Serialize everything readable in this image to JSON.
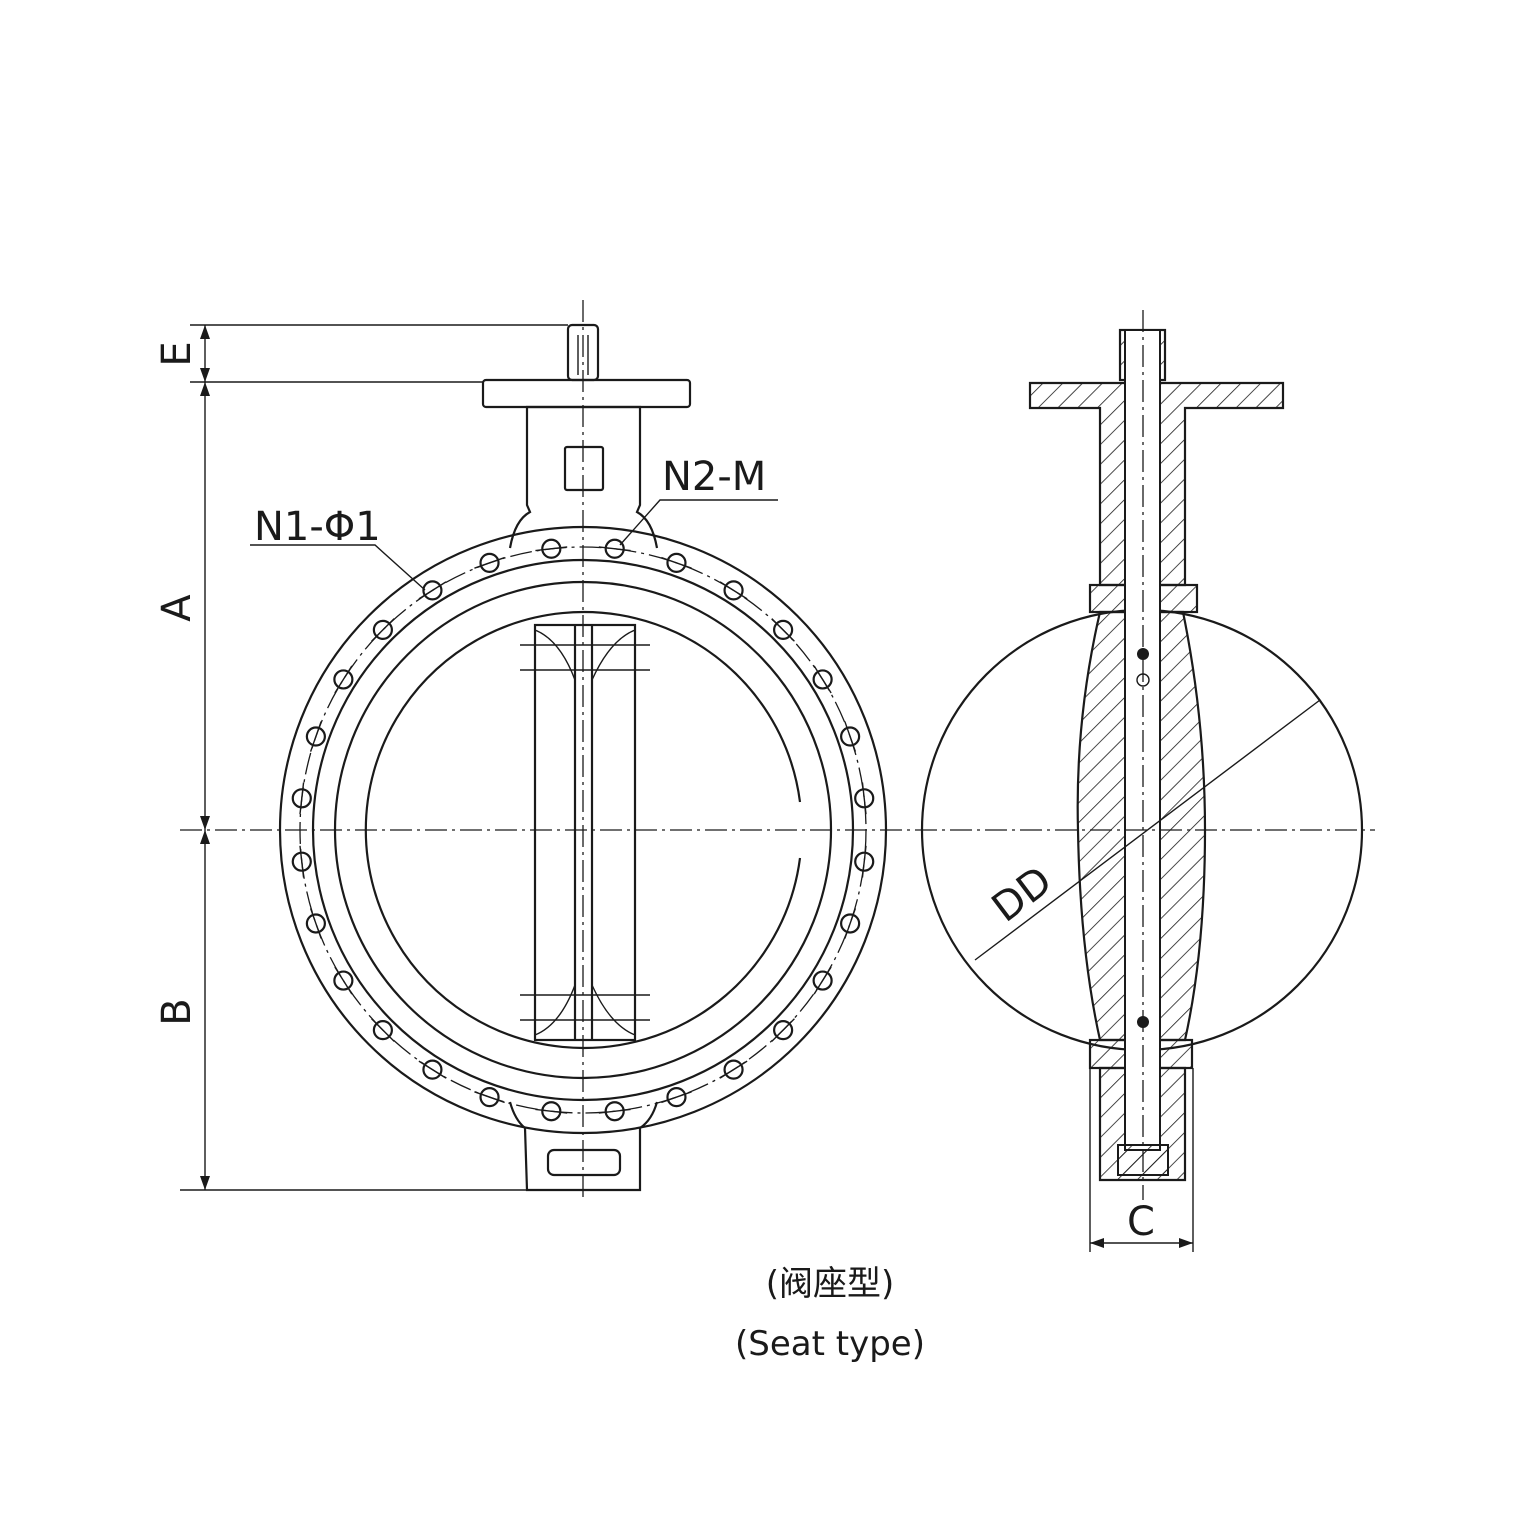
{
  "labels": {
    "E": "E",
    "A": "A",
    "B": "B",
    "C": "C",
    "DD": "DD",
    "bolt_holes": "N1-Φ1",
    "threaded_holes": "N2-M"
  },
  "caption": {
    "chinese": "(阀座型)",
    "english": "(Seat type)"
  },
  "flange_bolt_hole_count": 28
}
